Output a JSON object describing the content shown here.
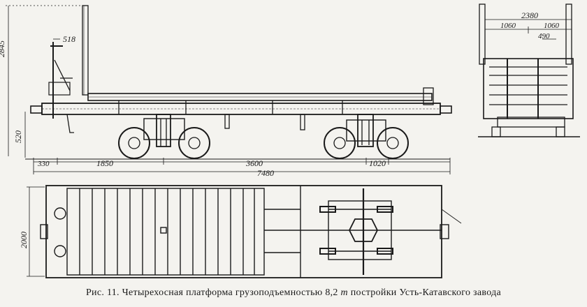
{
  "side_view": {
    "height_total": "2845",
    "lever_offset": "518",
    "deck_height": "520",
    "overhang": "330",
    "bogie_offset": "1850",
    "bogie_spacing": "3600",
    "wheelbase": "1020",
    "length": "7480"
  },
  "end_view": {
    "overall_width": "2380",
    "half_left": "1060",
    "half_right": "1060",
    "offset": "490"
  },
  "plan_view": {
    "width": "2000"
  },
  "caption": {
    "prefix": "Рис. 11. Четырехосная платформа грузоподъемностью 8,2",
    "unit": "т",
    "suffix": "постройки Усть-Катавского завода"
  }
}
